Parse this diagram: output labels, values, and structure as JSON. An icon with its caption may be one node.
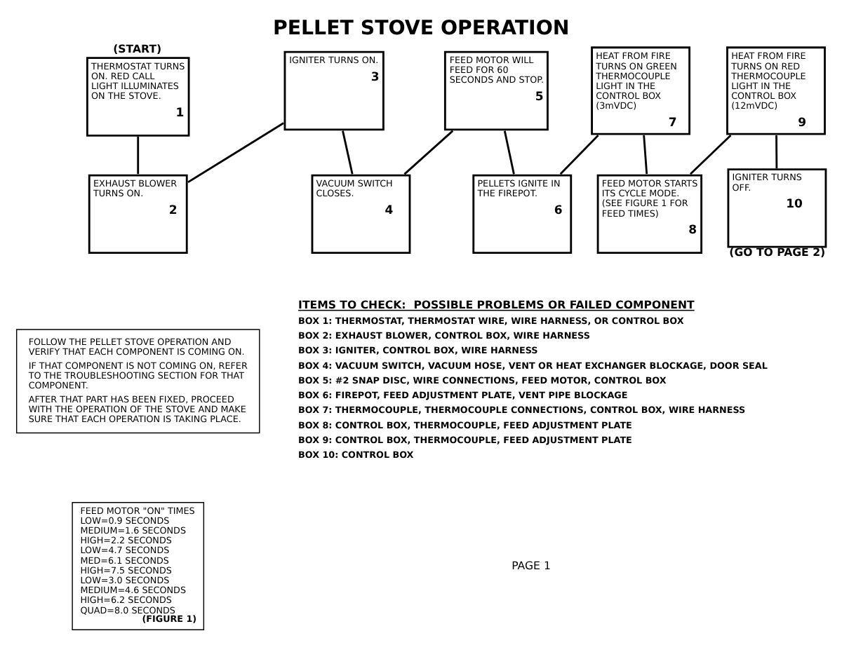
{
  "diagram": {
    "title": "PELLET STOVE OPERATION",
    "nodes": [
      {
        "text": [
          "THERMOSTAT TURNS ON. RED CALL LIGHT ILLUMINATES ON THE STOVE.",
          "1"
        ],
        "beside": [
          "(START)"
        ]
      },
      {
        "text": [
          "EXHAUST BLOWER TURNS ON.",
          "2"
        ]
      },
      {
        "text": [
          "IGNITER TURNS ON.",
          "3"
        ]
      },
      {
        "text": [
          "VACUUM SWITCH CLOSES.",
          "4"
        ]
      },
      {
        "text": [
          "FEED MOTOR WILL FEED FOR 60 SECONDS AND STOP.",
          "5"
        ]
      },
      {
        "text": [
          "PELLETS IGNITE IN THE FIREPOT.",
          "6"
        ]
      },
      {
        "text": [
          "HEAT FROM FIRE TURNS ON GREEN THERMOCOUPLE LIGHT IN THE CONTROL BOX (3mVDC)",
          "7"
        ]
      },
      {
        "text": [
          "FEED MOTOR STARTS ITS CYCLE MODE. (SEE FIGURE 1 FOR FEED TIMES)",
          "8"
        ]
      },
      {
        "text": [
          "HEAT FROM FIRE TURNS ON RED THERMOCOUPLE LIGHT IN THE CONTROL BOX (12mVDC)",
          "9"
        ]
      },
      {
        "text": [
          "IGNITER TURNS OFF.",
          "10"
        ],
        "beside": [
          "(GO TO PAGE 2)"
        ]
      },
      {
        "text": [
          "FOLLOW THE PELLET STOVE OPERATION AND VERIFY THAT EACH COMPONENT IS COMING ON.",
          "IF THAT COMPONENT IS NOT COMING ON, REFER TO THE TROUBLESHOOTING SECTION FOR THAT COMPONENT.",
          "AFTER THAT PART HAS BEEN FIXED, PROCEED WITH THE OPERATION OF THE STOVE AND MAKE SURE THAT EACH OPERATION IS TAKING PLACE."
        ]
      },
      {
        "text": [
          "FEED MOTOR \"ON\" TIMES",
          "LOW=0.9 SECONDS",
          "MEDIUM=1.6 SECONDS",
          "HIGH=2.2 SECONDS",
          "LOW=4.7 SECONDS",
          "MED=6.1 SECONDS",
          "HIGH=7.5 SECONDS",
          "LOW=3.0 SECONDS",
          "MEDIUM=4.6 SECONDS",
          "HIGH=6.2 SECONDS",
          "QUAD=8.0 SECONDS",
          "(FIGURE 1)"
        ]
      }
    ],
    "edges": [
      {
        "from": 0,
        "to": 1,
        "arrow": "none"
      },
      {
        "from": 1,
        "to": 2,
        "arrow": "none"
      },
      {
        "from": 2,
        "to": 3,
        "arrow": "none"
      },
      {
        "from": 3,
        "to": 4,
        "arrow": "none"
      },
      {
        "from": 4,
        "to": 5,
        "arrow": "none"
      },
      {
        "from": 5,
        "to": 6,
        "arrow": "none"
      },
      {
        "from": 6,
        "to": 7,
        "arrow": "none"
      },
      {
        "from": 7,
        "to": 8,
        "arrow": "none"
      },
      {
        "from": 8,
        "to": 9,
        "arrow": "none"
      }
    ],
    "labels": [
      "ITEMS TO CHECK:  POSSIBLE PROBLEMS OR FAILED COMPONENT",
      "BOX 1: THERMOSTAT, THERMOSTAT WIRE, WIRE HARNESS, OR CONTROL BOX",
      "BOX 2: EXHAUST BLOWER, CONTROL BOX, WIRE HARNESS",
      "BOX 3: IGNITER, CONTROL BOX, WIRE HARNESS",
      "BOX 4: VACUUM SWITCH, VACUUM HOSE, VENT OR HEAT EXCHANGER BLOCKAGE, DOOR SEAL",
      "BOX 5: #2 SNAP DISC, WIRE CONNECTIONS, FEED MOTOR, CONTROL BOX",
      "BOX 6: FIREPOT, FEED ADJUSTMENT PLATE, VENT PIPE BLOCKAGE",
      "BOX 7: THERMOCOUPLE, THERMOCOUPLE CONNECTIONS, CONTROL BOX, WIRE HARNESS",
      "BOX 8: CONTROL BOX, THERMOCOUPLE, FEED ADJUSTMENT PLATE",
      "BOX 9: CONTROL BOX, THERMOCOUPLE, FEED ADJUSTMENT PLATE",
      "BOX 10: CONTROL BOX",
      "PAGE 1"
    ]
  }
}
